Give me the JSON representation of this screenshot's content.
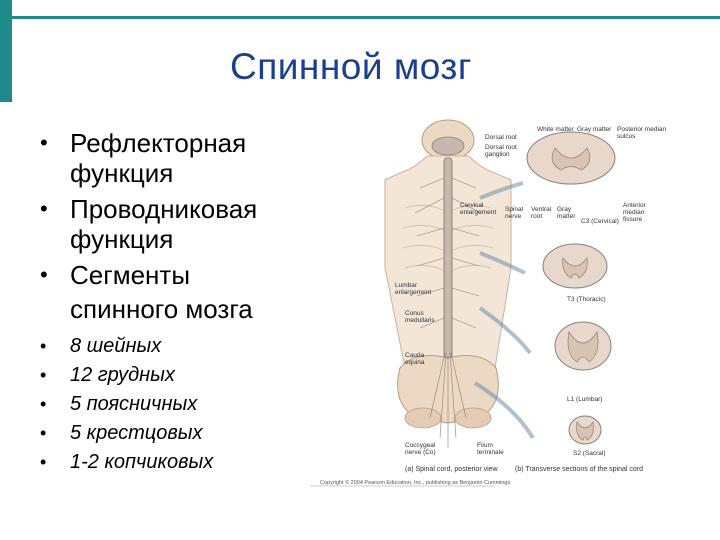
{
  "slide": {
    "title": "Спинной мозг",
    "bullets": [
      {
        "text": "Рефлекторная функция",
        "line1": "Рефлекторная",
        "line2": "функция"
      },
      {
        "text": "Проводниковая функция",
        "line1": "Проводниковая",
        "line2": "функция"
      },
      {
        "text": "Сегменты спинного мозга",
        "line1": "Сегменты",
        "line2": "спинного мозга"
      }
    ],
    "sub_bullets": [
      "8 шейных",
      "12 грудных",
      "5 поясничных",
      "5 крестцовых",
      "1-2 копчиковых"
    ],
    "bullet_glyph": "•"
  },
  "figure": {
    "labels": {
      "white_matter": "White matter",
      "gray_matter_top": "Gray matter",
      "posterior_median_sulcus": "Posterior median sulcus",
      "dorsal_root": "Dorsal root",
      "dorsal_root_ganglion": "Dorsal root ganglion",
      "cervical_enlargement": "Cervical enlargement",
      "spinal_nerve": "Spinal nerve",
      "ventral_root": "Ventral root",
      "gray_matter": "Gray matter",
      "anterior_median_fissure": "Anterior median fissure",
      "c3": "C3 (Cervical)",
      "t3": "T3 (Thoracic)",
      "lumbar_enlargement": "Lumbar enlargement",
      "conus_medullaris": "Conus medullaris",
      "cauda_equina": "Cauda equina",
      "l1": "L1 (Lumbar)",
      "coccygeal_nerve": "Coccygeal nerve (Co)",
      "filum_terminale": "Filum terminale",
      "s2": "S2 (Sacral)"
    },
    "caption_a": "(a) Spinal cord, posterior view",
    "caption_b": "(b) Transverse sections of the spinal cord",
    "copyright": "Copyright © 2004 Pearson Education, Inc., publishing as Benjamin Cummings"
  },
  "colors": {
    "accent": "#1f8a8a",
    "title": "#1a3f8f",
    "bone": "#e8d2b8",
    "cord": "#c7b7ad",
    "gray_matter": "#d9c4b3"
  }
}
